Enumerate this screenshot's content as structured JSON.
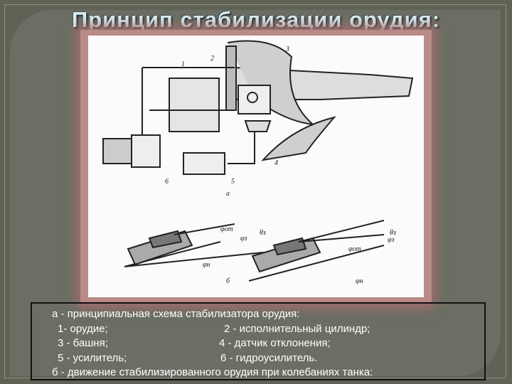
{
  "title": "Принцип стабилизации орудия:",
  "diagram": {
    "part_labels": [
      "1",
      "2",
      "3",
      "4",
      "5",
      "6"
    ],
    "caption_a": "а",
    "caption_b": "б",
    "angle_labels": [
      "φот",
      "φз",
      "θз",
      "φн",
      "θз",
      "φот",
      "φз",
      "φн"
    ]
  },
  "legend": {
    "line_a": "а - принципиальная схема стабилизатора орудия:",
    "items": [
      {
        "left": "1- орудие;",
        "right": "2 - исполнительный цилиндр;"
      },
      {
        "left": "3 - башня;",
        "right": "4 - датчик отклонения;"
      },
      {
        "left": "5 - усилитель;",
        "right": "6 - гидроусилитель."
      }
    ],
    "line_b": "б - движение стабилизированного орудия при колебаниях танка:"
  }
}
